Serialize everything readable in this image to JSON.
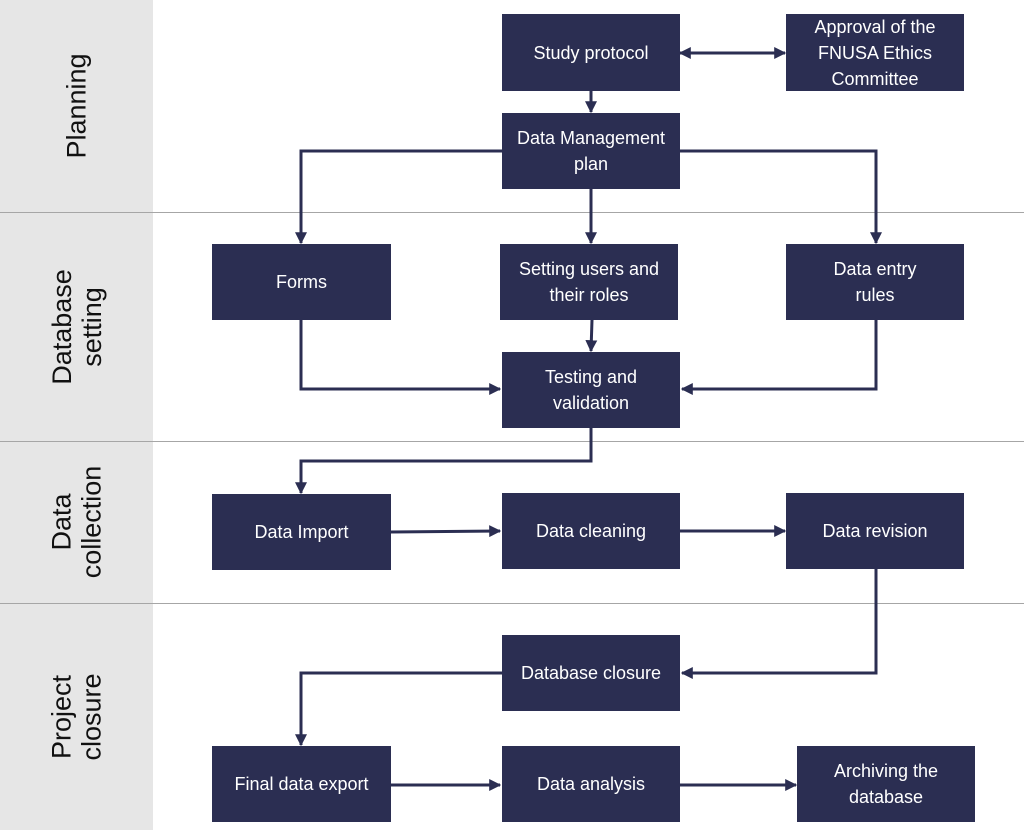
{
  "lanes": [
    {
      "id": "planning",
      "lines": [
        "Planning"
      ]
    },
    {
      "id": "database-setting",
      "lines": [
        "Database",
        "setting"
      ]
    },
    {
      "id": "data-collection",
      "lines": [
        "Data",
        "collection"
      ]
    },
    {
      "id": "project-closure",
      "lines": [
        "Project",
        "closure"
      ]
    }
  ],
  "nodes": {
    "study_protocol": [
      "Study protocol"
    ],
    "ethics_approval": [
      "Approval of the",
      "FNUSA Ethics",
      "Committee"
    ],
    "dm_plan": [
      "Data Management",
      "plan"
    ],
    "forms": [
      "Forms"
    ],
    "users_roles": [
      "Setting users and",
      "their roles"
    ],
    "data_entry_rules": [
      "Data entry",
      "rules"
    ],
    "testing_validation": [
      "Testing and",
      "validation"
    ],
    "data_import": [
      "Data Import"
    ],
    "data_cleaning": [
      "Data cleaning"
    ],
    "data_revision": [
      "Data revision"
    ],
    "database_closure": [
      "Database closure"
    ],
    "final_export": [
      "Final data export"
    ],
    "data_analysis": [
      "Data analysis"
    ],
    "archiving": [
      "Archiving the",
      "database"
    ]
  },
  "colors": {
    "box_fill": "#2b2e52",
    "box_text": "#ffffff",
    "arrow": "#2b2e52",
    "lane_band": "#e6e6e6",
    "divider": "#a6a6a6"
  }
}
